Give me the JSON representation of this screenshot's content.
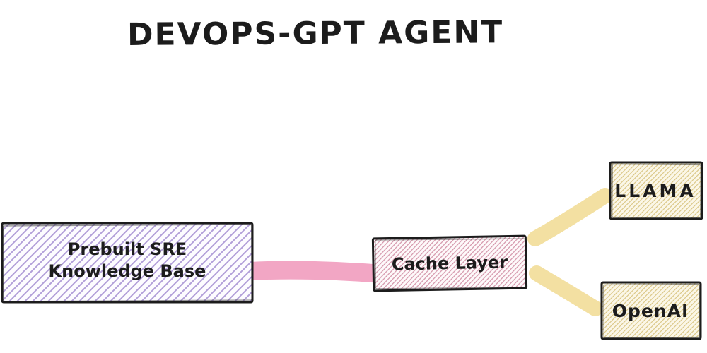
{
  "diagram": {
    "title": "DEVOPS-GPT AGENT",
    "background_color": "#ffffff",
    "text_color": "#1c1c1c",
    "nodes": [
      {
        "id": "knowledge-base",
        "label": "Prebuilt SRE Knowledge Base",
        "hatch_color": "#b19ed8",
        "border_color": "#1c1c1c"
      },
      {
        "id": "cache-layer",
        "label": "Cache Layer",
        "hatch_color": "#d494a9",
        "border_color": "#1c1c1c"
      },
      {
        "id": "llama",
        "label": "LLAMA",
        "hatch_color": "#dcc98a",
        "border_color": "#1c1c1c"
      },
      {
        "id": "openai",
        "label": "OpenAI",
        "hatch_color": "#dcc98a",
        "border_color": "#1c1c1c"
      }
    ],
    "connectors": [
      {
        "from": "knowledge-base",
        "to": "cache-layer",
        "color": "#f2a6c4"
      },
      {
        "from": "cache-layer",
        "to": "llama",
        "color": "#f3e0a2"
      },
      {
        "from": "cache-layer",
        "to": "openai",
        "color": "#f3e0a2"
      }
    ]
  }
}
